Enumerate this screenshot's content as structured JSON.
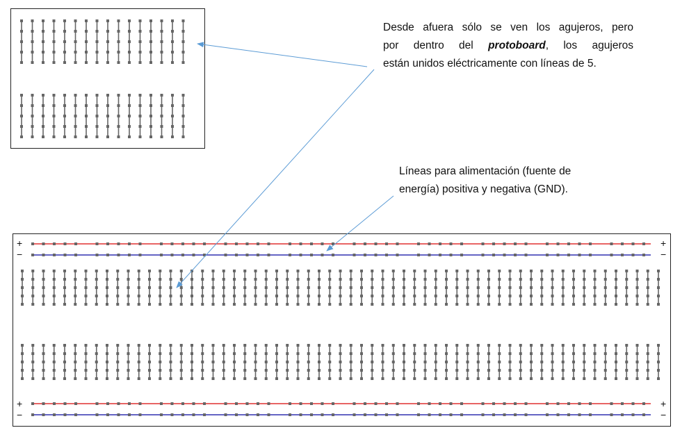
{
  "annotations": {
    "breadboard_note": {
      "line1": "Desde afuera sólo se ven los agujeros, pero",
      "line2_pre": "por dentro del ",
      "line2_em": "protoboard",
      "line2_post": ", los agujeros",
      "line3": "están unidos eléctricamente con líneas de 5."
    },
    "power_note": {
      "line1": "Líneas para alimentación (fuente de",
      "line2": "energía) positiva y negativa (GND)."
    }
  },
  "rails": {
    "positive_label": "+",
    "negative_label": "−"
  },
  "colors": {
    "positive_rail": "#e03030",
    "negative_rail": "#3030b0",
    "arrow": "#5b9bd5",
    "strip": "#666666"
  }
}
